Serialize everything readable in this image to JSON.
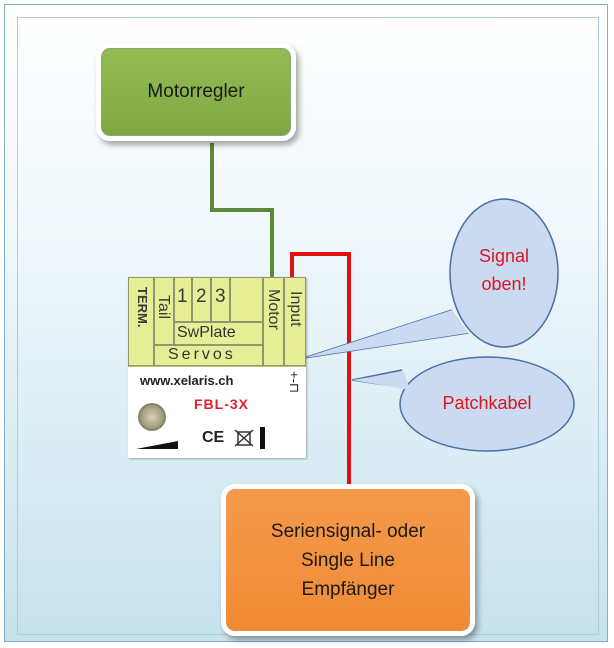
{
  "motor": {
    "label": "Motorregler"
  },
  "receiver": {
    "line1": "Seriensignal- oder",
    "line2": "Single Line",
    "line3": "Empfänger"
  },
  "callout_signal": {
    "line1": "Signal",
    "line2": "oben!"
  },
  "callout_patch": {
    "label": "Patchkabel"
  },
  "module": {
    "term": "TERM.",
    "tail": "Tail",
    "n1": "1",
    "n2": "2",
    "n3": "3",
    "swplate": "SwPlate",
    "servos": "Servos",
    "motor": "Motor",
    "input": "Input",
    "url": "www.xelaris.ch",
    "model": "FBL-3X",
    "ce": "CE",
    "pins": "+-⊓"
  },
  "colors": {
    "motor_box": "#86b04a",
    "receiver_box": "#f29140",
    "wire_green": "#5c8a3a",
    "wire_red": "#e01010",
    "callout_fill": "#c9daf1",
    "callout_stroke": "#4a6fa5",
    "callout_text": "#e0141e"
  }
}
